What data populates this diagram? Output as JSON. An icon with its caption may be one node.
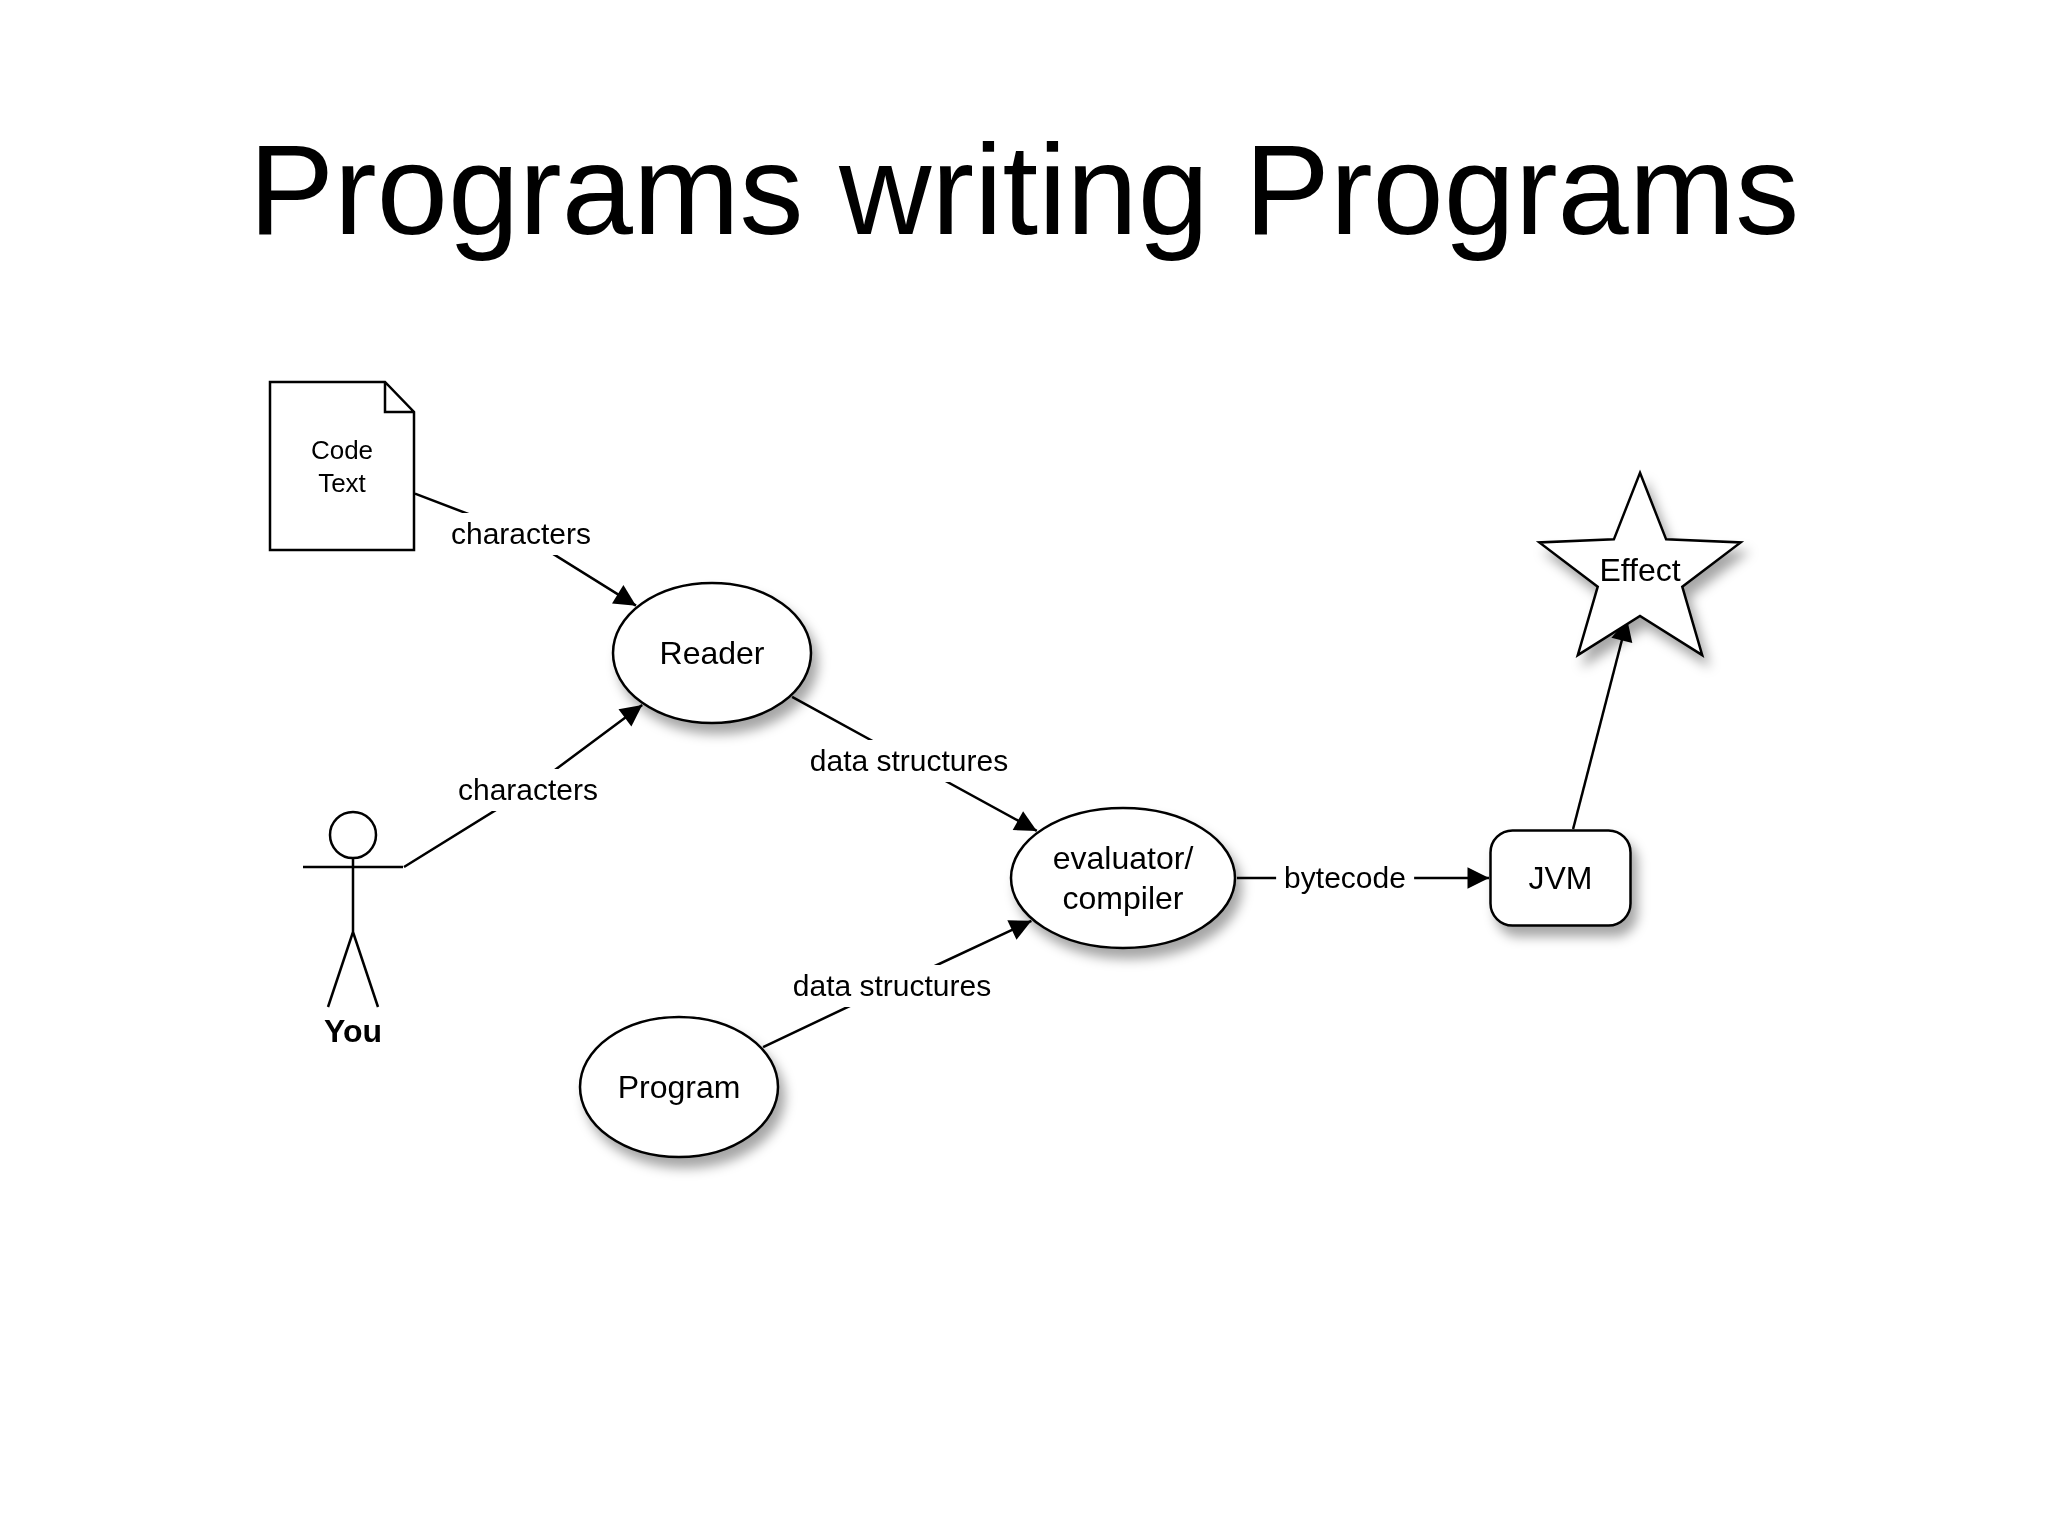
{
  "diagram": {
    "title": "Programs writing Programs",
    "nodes": [
      {
        "text": [
          "Code Text"
        ]
      },
      {
        "text": [
          "Reader"
        ]
      },
      {
        "text": [
          "You"
        ]
      },
      {
        "text": [
          "Program"
        ]
      },
      {
        "text": [
          "evaluator/ compiler"
        ]
      },
      {
        "text": [
          "JVM"
        ]
      },
      {
        "text": [
          "Effect"
        ]
      }
    ],
    "edges": [
      {
        "from": 0,
        "to": 1,
        "arrow": "to",
        "label": "characters"
      },
      {
        "from": 2,
        "to": 1,
        "arrow": "to",
        "label": "characters"
      },
      {
        "from": 1,
        "to": 4,
        "arrow": "to",
        "label": "data structures"
      },
      {
        "from": 3,
        "to": 4,
        "arrow": "to",
        "label": "data structures"
      },
      {
        "from": 4,
        "to": 5,
        "arrow": "to",
        "label": "bytecode"
      },
      {
        "from": 5,
        "to": 6,
        "arrow": "to"
      }
    ]
  }
}
